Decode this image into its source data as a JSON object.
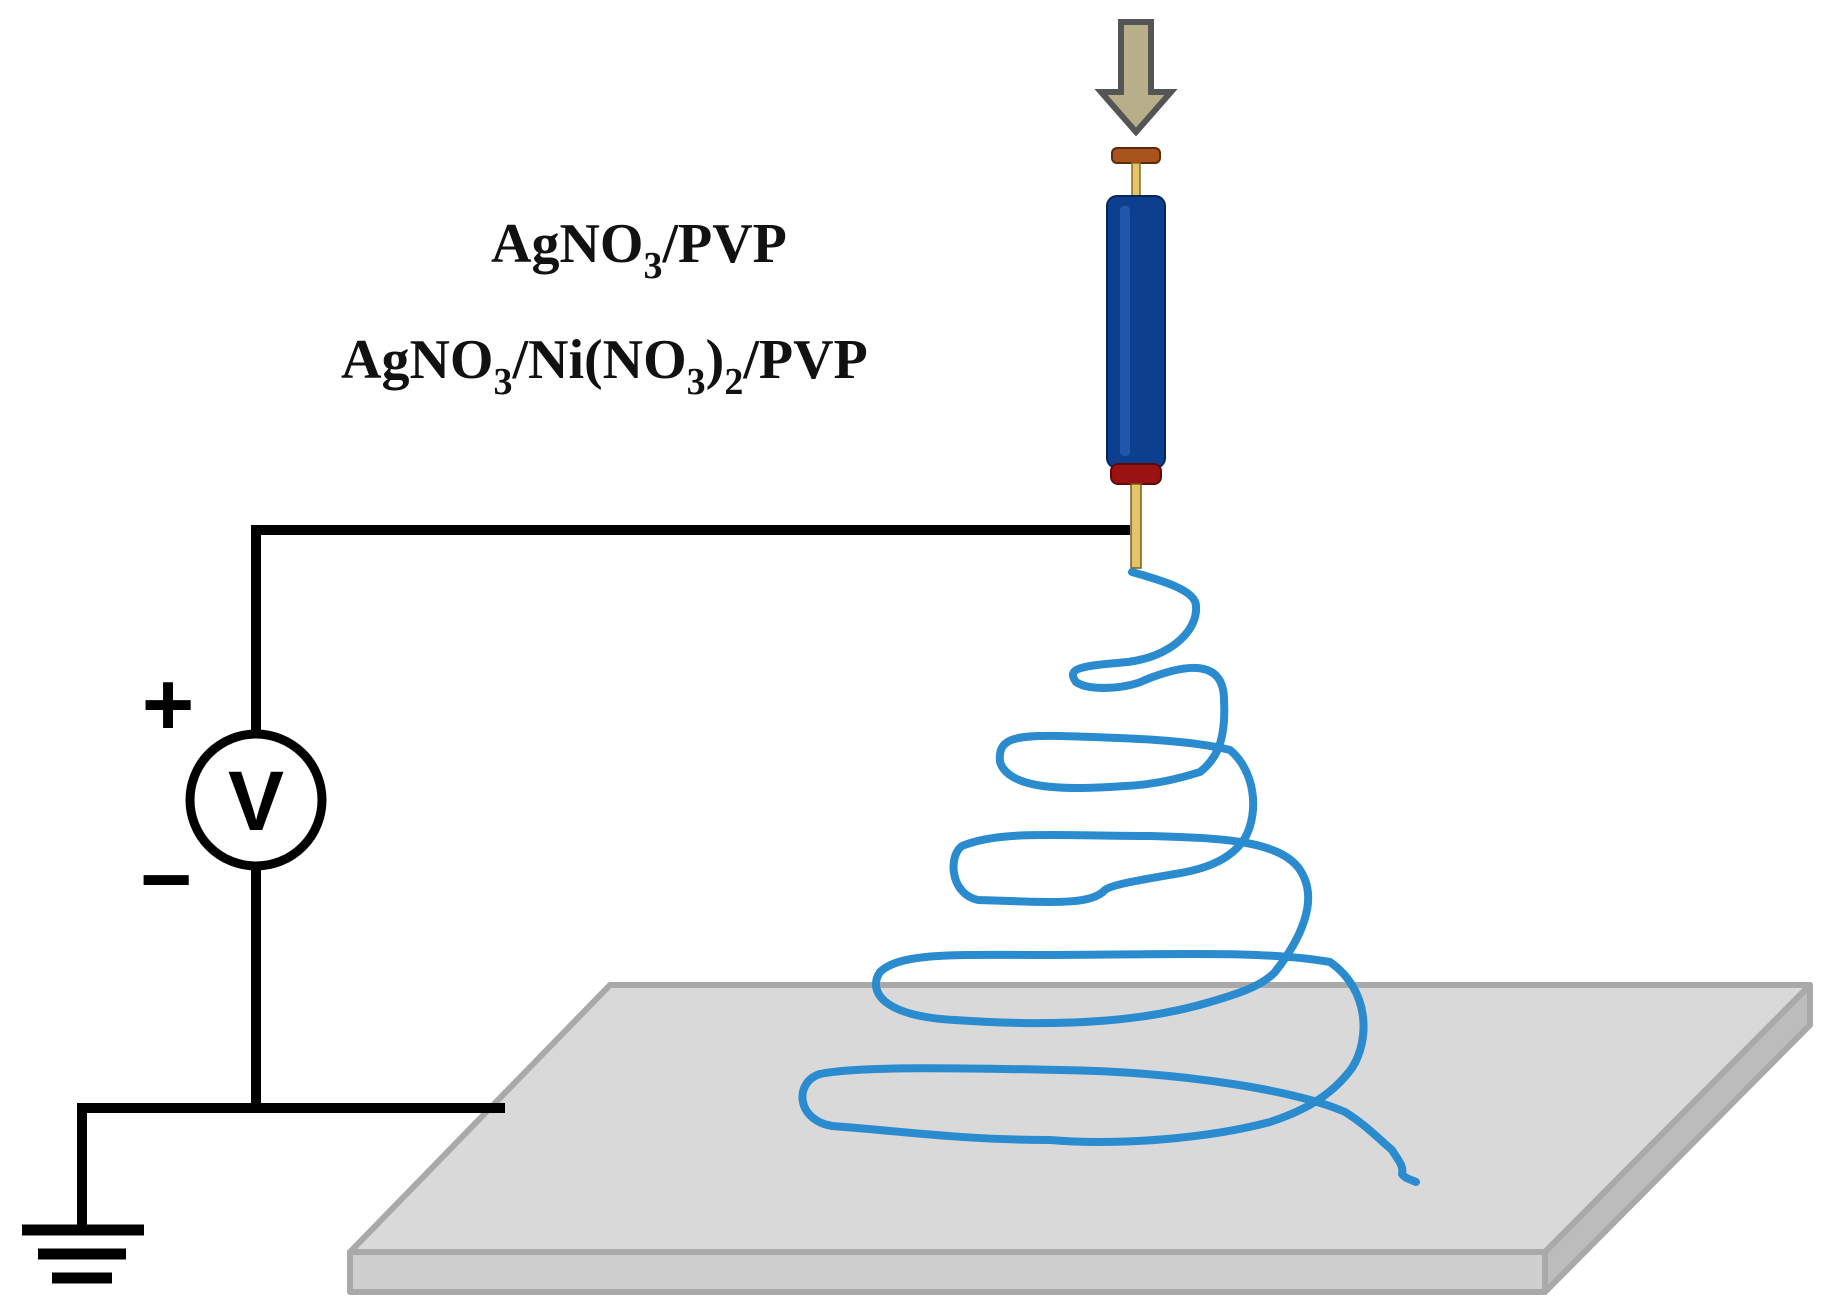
{
  "labels": {
    "solution_1": {
      "main": "AgNO",
      "sub": "3",
      "tail": "/PVP"
    },
    "solution_2": {
      "main": "AgNO",
      "sub1": "3",
      "mid": "/Ni(NO",
      "sub2": "3",
      "close": ")",
      "sub3": "2",
      "tail": "/PVP"
    }
  },
  "power_supply": {
    "symbol": "V",
    "positive": "+",
    "negative": "−"
  },
  "colors": {
    "fiber": "#2b8bcf",
    "syringe_barrel": "#0d3f8f",
    "syringe_tip": "#9b1212",
    "plunger_cap": "#a8541c",
    "needle": "#e3c36b",
    "push_arrow": "#b7ae8a",
    "collector": "#d9d9d9",
    "wire": "#000000"
  },
  "icons": {
    "push_arrow": "down-arrow-icon",
    "ground": "ground-symbol-icon",
    "voltmeter": "voltage-source-icon"
  }
}
